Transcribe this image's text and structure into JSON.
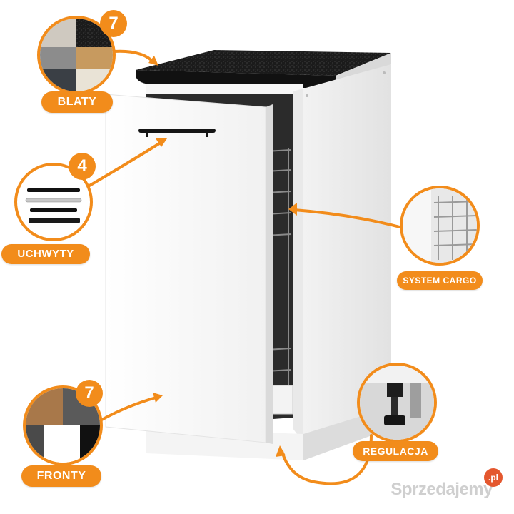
{
  "labels": {
    "blaty": "BLATY",
    "uchwyty": "UCHWYTY",
    "fronty": "FRONTY",
    "system_cargo": "SYSTEM CARGO",
    "regulacja": "REGULACJA"
  },
  "counts": {
    "blaty": "7",
    "uchwyty": "4",
    "fronty": "7"
  },
  "watermark": {
    "text": "Sprzedajemy",
    "suffix": ".pl"
  },
  "colors": {
    "accent": "#f28c1b",
    "cabinet": "#ffffff",
    "countertop": "#1c1c1c",
    "interior": "#2a2a2a"
  }
}
